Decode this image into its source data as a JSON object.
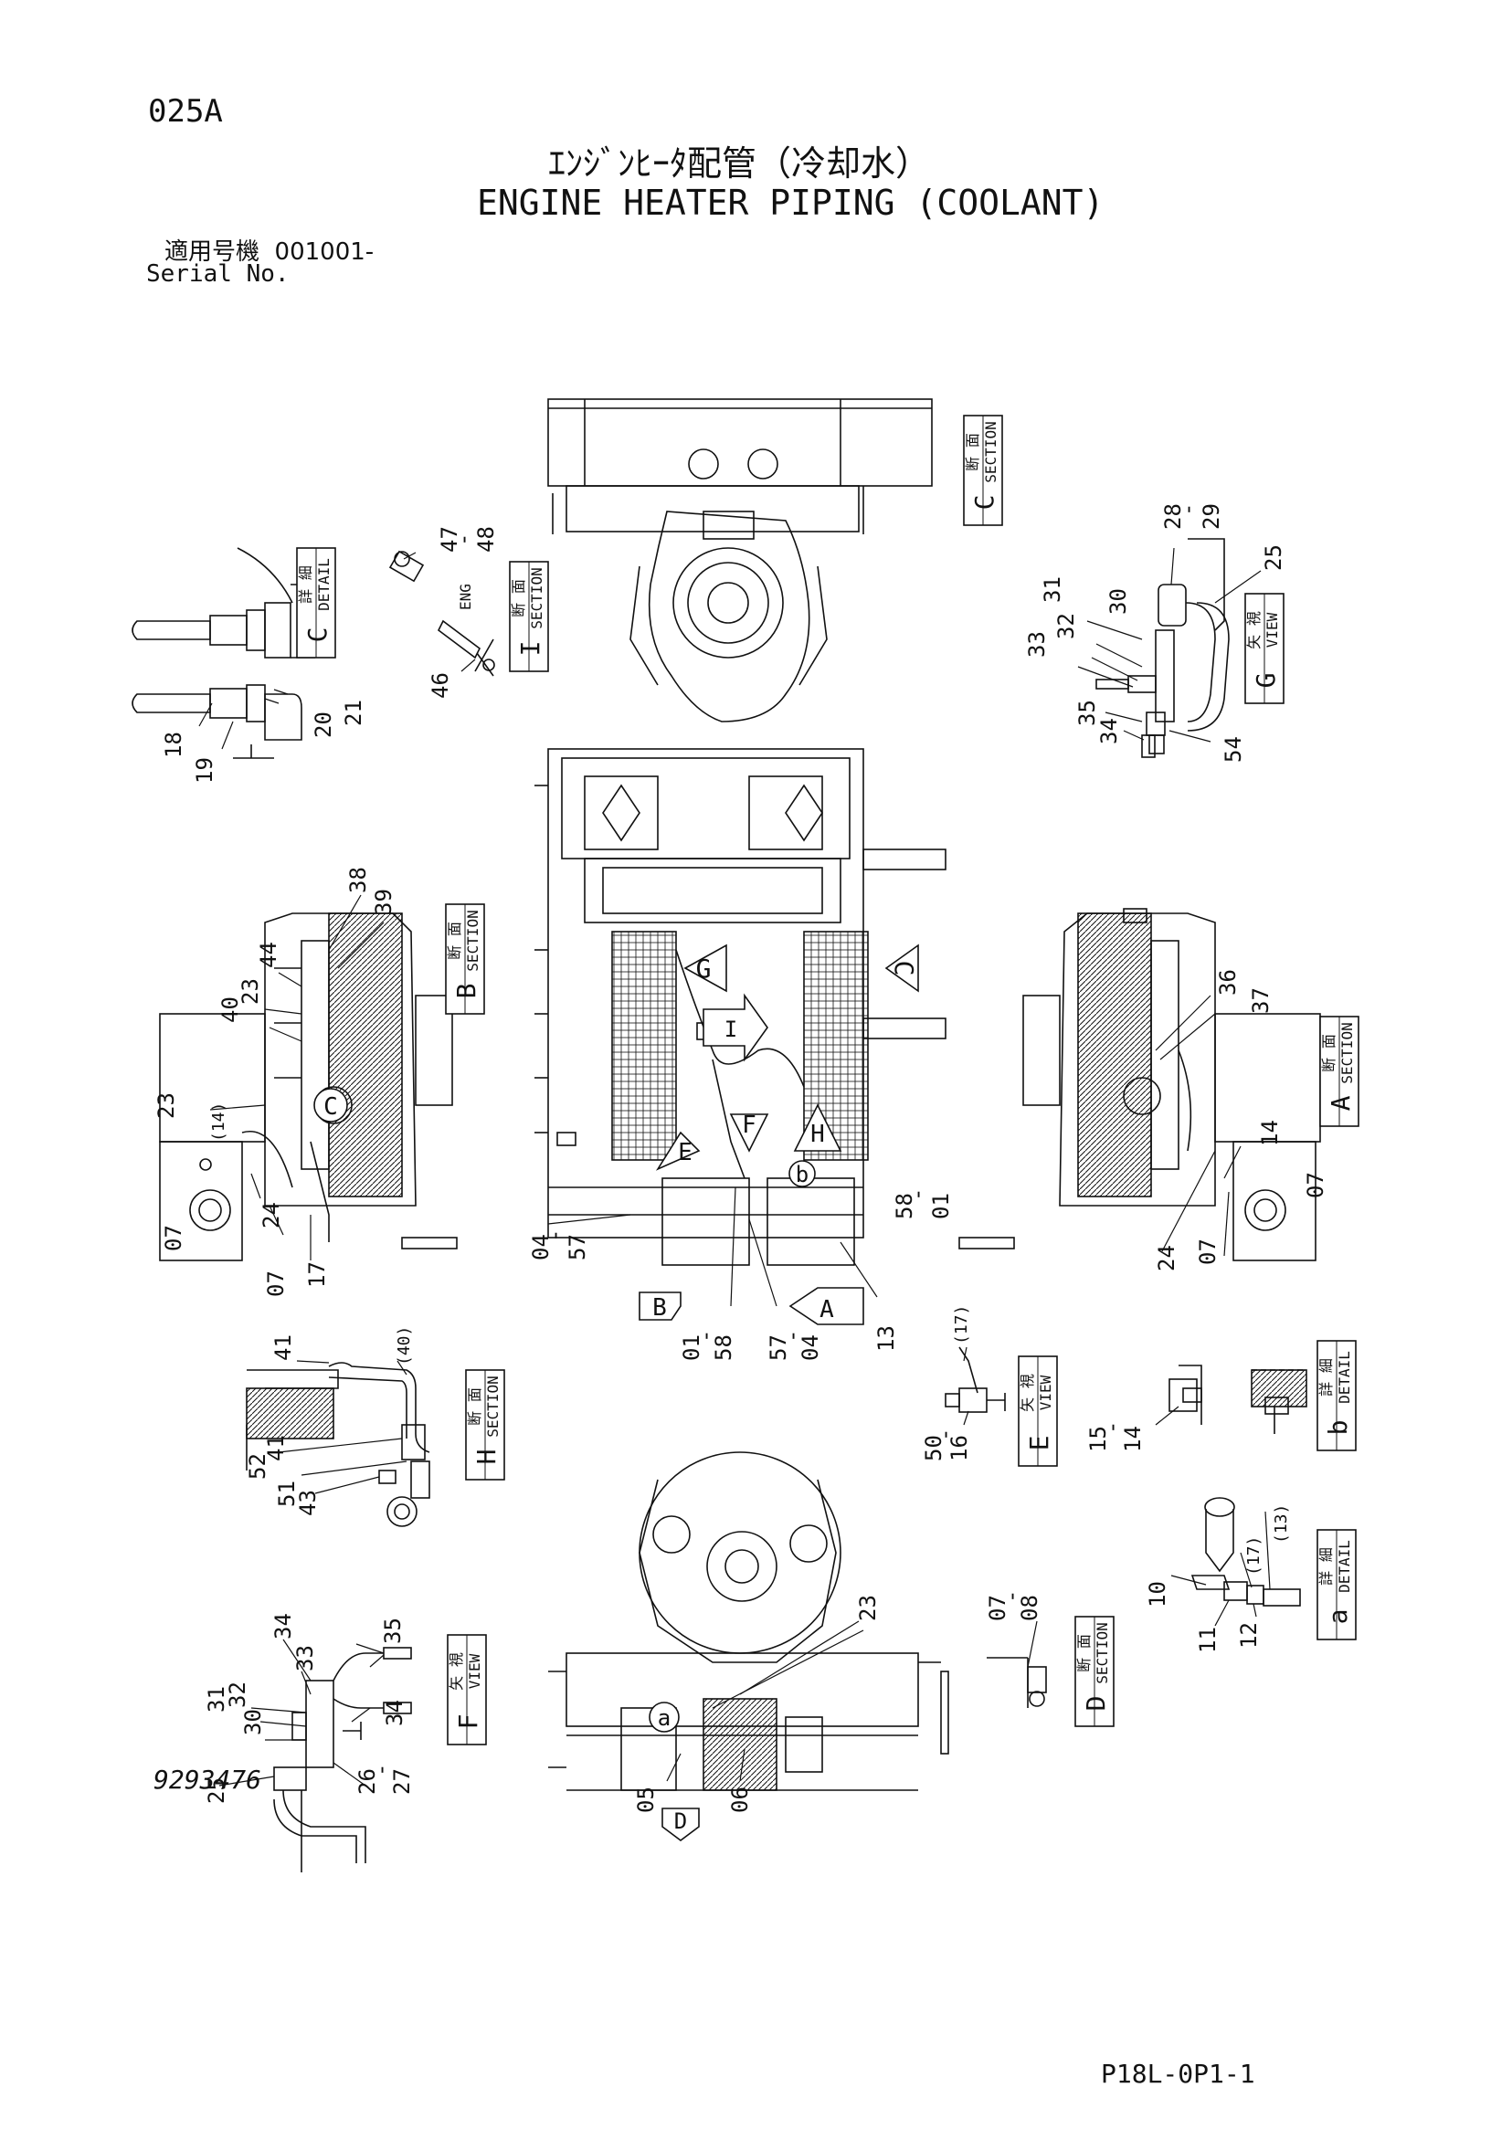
{
  "header": {
    "code": "025A",
    "title_jp": "ｴﾝｼﾞﾝﾋｰﾀ配管（冷却水）",
    "title_en": "ENGINE HEATER PIPING (COOLANT)",
    "serial_label_jp": "適用号機",
    "serial_value": "001001-",
    "serial_label_en": "Serial No."
  },
  "footer": {
    "drawing_number": "9293476",
    "page_ref": "P18L-0P1-1"
  },
  "tags": {
    "detail_c": {
      "jp": "詳 細",
      "en": "DETAIL",
      "letter": "C"
    },
    "section_c": {
      "jp": "断 面",
      "en": "SECTION",
      "letter": "C"
    },
    "section_i": {
      "jp": "断 面",
      "en": "SECTION",
      "letter": "I",
      "eng": "ENG"
    },
    "view_g": {
      "jp": "矢 視",
      "en": "VIEW",
      "letter": "G"
    },
    "section_b": {
      "jp": "断 面",
      "en": "SECTION",
      "letter": "B"
    },
    "section_a": {
      "jp": "断 面",
      "en": "SECTION",
      "letter": "A"
    },
    "section_h": {
      "jp": "断 面",
      "en": "SECTION",
      "letter": "H"
    },
    "view_e": {
      "jp": "矢 視",
      "en": "VIEW",
      "letter": "E"
    },
    "detail_b": {
      "jp": "詳 細",
      "en": "DETAIL",
      "letter": "b"
    },
    "detail_a": {
      "jp": "詳 細",
      "en": "DETAIL",
      "letter": "a"
    },
    "section_d": {
      "jp": "断 面",
      "en": "SECTION",
      "letter": "D"
    },
    "view_f": {
      "jp": "矢 視",
      "en": "VIEW",
      "letter": "F"
    }
  },
  "arrows": {
    "g": "G",
    "c": "C",
    "i": "I",
    "e": "E",
    "f": "F",
    "h": "H",
    "b_small": "b",
    "b": "B",
    "a": "A",
    "d": "D",
    "a_small": "a",
    "c_circle": "C"
  },
  "labels": {
    "l1": "18",
    "l2": "19",
    "l3": "20",
    "l4": "21",
    "l5": "47",
    "l6": "-",
    "l7": "48",
    "l8": "46",
    "l9": "28",
    "l10": "-",
    "l11": "29",
    "l12": "25",
    "l13": "31",
    "l14": "30",
    "l15": "32",
    "l16": "33",
    "l17": "35",
    "l18": "34",
    "l19": "54",
    "l20": "38",
    "l21": "39",
    "l22": "44",
    "l23": "23",
    "l24": "40",
    "l25": "23",
    "l26": "(14)",
    "l27": "07",
    "l28": "24",
    "l29": "07",
    "l30": "17",
    "l31": "04",
    "l32": "-",
    "l33": "57",
    "l34": "01",
    "l35": "-",
    "l36": "58",
    "l37": "57",
    "l38": "-",
    "l39": "04",
    "l40": "13",
    "l41": "58",
    "l42": "-",
    "l43": "01",
    "l44": "36",
    "l45": "37",
    "l46": "14",
    "l47": "07",
    "l48": "24",
    "l49": "07",
    "l50": "41",
    "l51": "(40)",
    "l52": "52",
    "l53": "41",
    "l54": "51",
    "l55": "43",
    "l56": "(17)",
    "l57": "50",
    "l58": "-",
    "l59": "16",
    "l60": "15",
    "l61": "-",
    "l62": "14",
    "l63": "(13)",
    "l64": "(17)",
    "l65": "10",
    "l66": "11",
    "l67": "12",
    "l68": "07",
    "l69": "-",
    "l70": "08",
    "l71": "23",
    "l72": "05",
    "l73": "06",
    "l74": "34",
    "l75": "33",
    "l76": "35",
    "l77": "31",
    "l78": "32",
    "l79": "30",
    "l80": "34",
    "l81": "25",
    "l82": "26",
    "l83": "-",
    "l84": "27"
  }
}
